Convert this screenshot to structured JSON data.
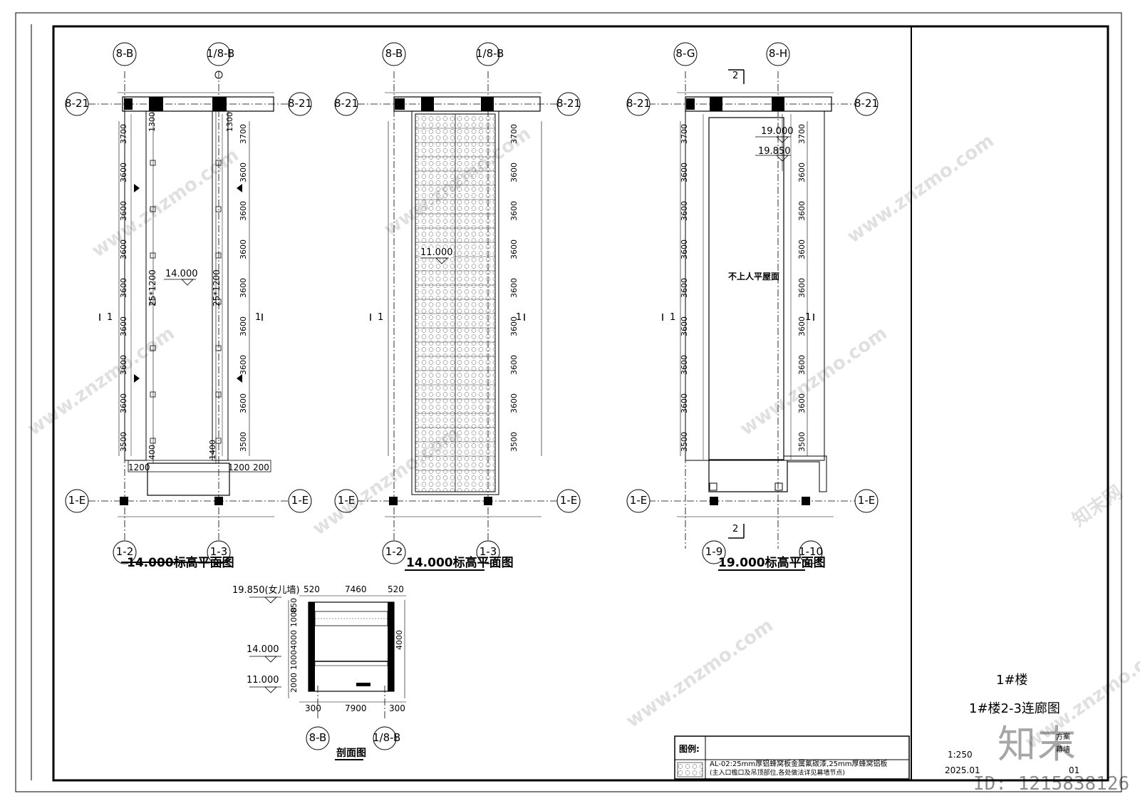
{
  "grid": {
    "p1_top_left": "8-B",
    "p1_top_right": "1/8-B",
    "p2_top_left": "8-B",
    "p2_top_right": "1/8-B",
    "p3_top_left": "8-G",
    "p3_top_right": "8-H",
    "row_top": "8-21",
    "row_bottom": "1-E",
    "p1_bot_left": "1-2",
    "p1_bot_right": "1-3",
    "p2_bot_left": "1-2",
    "p2_bot_right": "1-3",
    "p3_bot_left": "1-9",
    "p3_bot_right": "1-10",
    "sec_left": "8-B",
    "sec_right": "1/8-B"
  },
  "plans": {
    "p1_title": "14.000标高平面图",
    "p2_title": "14.000标高平面图",
    "p3_title": "19.000标高平面图",
    "p1_level": "14.000",
    "p2_level": "11.000",
    "p3_level_a": "19.000",
    "p3_level_b": "19.850",
    "p3_roof_note": "不上人平屋面",
    "p1_spacing": "25*1200",
    "section_mark_1": "1",
    "section_mark_2": "2"
  },
  "dims": {
    "bays": [
      "3700",
      "3600",
      "3600",
      "3600",
      "3600",
      "3600",
      "3600",
      "3600",
      "3500"
    ],
    "d1300": "1300",
    "d1400": "1400",
    "d400": "400",
    "d1200": "1200",
    "d200": "200"
  },
  "section": {
    "title": "剖面图",
    "lvl_top": "19.850(女儿墙)",
    "lvl_mid": "14.000",
    "lvl_low": "11.000",
    "top_dims": [
      "520",
      "7460",
      "520"
    ],
    "bot_dims": [
      "300",
      "7900",
      "300"
    ],
    "vert_dims": [
      "850",
      "1000",
      "4000",
      "1000",
      "2000"
    ]
  },
  "title_block": {
    "building": "1#楼",
    "drawing_name": "1#楼2-3连廊图",
    "scale": "1:250",
    "date": "2025.01",
    "small_1": "方案",
    "small_2": "幕墙",
    "sheet_no": "01"
  },
  "legend": {
    "label": "图例:",
    "line1": "AL-02:25mm厚铝蜂窝板金属氟碳漆,25mm厚蜂窝铝板",
    "line2": "(主入口檐口及吊顶部位,各处做法详见幕墙节点)"
  },
  "watermark": {
    "site": "www.znzmo.com",
    "brand": "知末网",
    "logo": "知末",
    "id": "ID: 1215838126"
  }
}
